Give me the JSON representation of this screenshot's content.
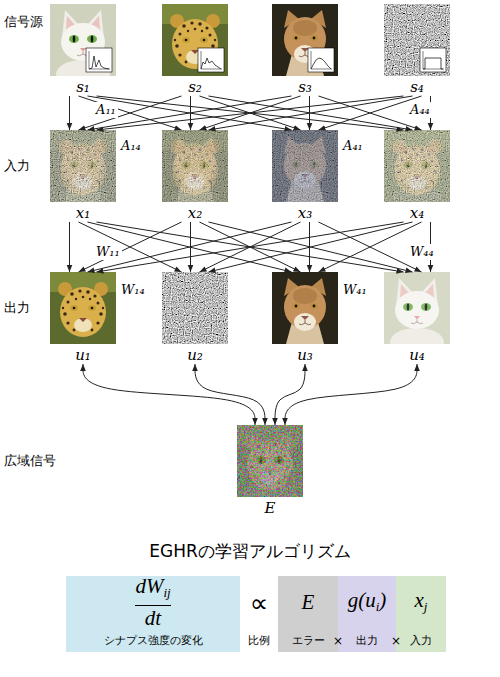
{
  "diagram": {
    "title": "EGHRの学習アルゴリズム",
    "nodes": [
      {
        "text": [
          "s₁"
        ]
      },
      {
        "text": [
          "s₂"
        ]
      },
      {
        "text": [
          "s₃"
        ]
      },
      {
        "text": [
          "s₄"
        ]
      },
      {
        "text": [
          "x₁"
        ]
      },
      {
        "text": [
          "x₂"
        ]
      },
      {
        "text": [
          "x₃"
        ]
      },
      {
        "text": [
          "x₄"
        ]
      },
      {
        "text": [
          "u₁"
        ]
      },
      {
        "text": [
          "u₂"
        ]
      },
      {
        "text": [
          "u₃"
        ]
      },
      {
        "text": [
          "u₄"
        ]
      },
      {
        "text": [
          "E"
        ]
      },
      {
        "text": [
          "dW",
          "ij",
          "dt",
          "シナプス強度の変化"
        ]
      },
      {
        "text": [
          "E",
          "エラー"
        ]
      },
      {
        "text": [
          "g(u",
          "i",
          ")",
          "出力"
        ]
      },
      {
        "text": [
          "x",
          "j",
          "入力"
        ]
      }
    ],
    "edges": [
      {
        "from": 0,
        "to": 4,
        "arrow": "to"
      },
      {
        "from": 0,
        "to": 5,
        "arrow": "to"
      },
      {
        "from": 0,
        "to": 6,
        "arrow": "to"
      },
      {
        "from": 0,
        "to": 7,
        "arrow": "to"
      },
      {
        "from": 1,
        "to": 4,
        "arrow": "to"
      },
      {
        "from": 1,
        "to": 5,
        "arrow": "to"
      },
      {
        "from": 1,
        "to": 6,
        "arrow": "to"
      },
      {
        "from": 1,
        "to": 7,
        "arrow": "to"
      },
      {
        "from": 2,
        "to": 4,
        "arrow": "to"
      },
      {
        "from": 2,
        "to": 5,
        "arrow": "to"
      },
      {
        "from": 2,
        "to": 6,
        "arrow": "to"
      },
      {
        "from": 2,
        "to": 7,
        "arrow": "to"
      },
      {
        "from": 3,
        "to": 4,
        "arrow": "to"
      },
      {
        "from": 3,
        "to": 5,
        "arrow": "to"
      },
      {
        "from": 3,
        "to": 6,
        "arrow": "to"
      },
      {
        "from": 3,
        "to": 7,
        "arrow": "to"
      },
      {
        "from": 4,
        "to": 8,
        "arrow": "to"
      },
      {
        "from": 4,
        "to": 9,
        "arrow": "to"
      },
      {
        "from": 4,
        "to": 10,
        "arrow": "to"
      },
      {
        "from": 4,
        "to": 11,
        "arrow": "to"
      },
      {
        "from": 5,
        "to": 8,
        "arrow": "to"
      },
      {
        "from": 5,
        "to": 9,
        "arrow": "to"
      },
      {
        "from": 5,
        "to": 10,
        "arrow": "to"
      },
      {
        "from": 5,
        "to": 11,
        "arrow": "to"
      },
      {
        "from": 6,
        "to": 8,
        "arrow": "to"
      },
      {
        "from": 6,
        "to": 9,
        "arrow": "to"
      },
      {
        "from": 6,
        "to": 10,
        "arrow": "to"
      },
      {
        "from": 6,
        "to": 11,
        "arrow": "to"
      },
      {
        "from": 7,
        "to": 8,
        "arrow": "to"
      },
      {
        "from": 7,
        "to": 9,
        "arrow": "to"
      },
      {
        "from": 7,
        "to": 10,
        "arrow": "to"
      },
      {
        "from": 7,
        "to": 11,
        "arrow": "to"
      },
      {
        "from": 8,
        "to": 12,
        "arrow": "both"
      },
      {
        "from": 9,
        "to": 12,
        "arrow": "both"
      },
      {
        "from": 10,
        "to": 12,
        "arrow": "both"
      },
      {
        "from": 11,
        "to": 12,
        "arrow": "both"
      }
    ],
    "labels": [
      "信号源",
      "入力",
      "出力",
      "広域信号",
      "A₁₁",
      "A₁₄",
      "A₄₁",
      "A₄₄",
      "W₁₁",
      "W₁₄",
      "W₄₁",
      "W₄₄",
      "∝",
      "比例",
      "×",
      "×"
    ]
  }
}
